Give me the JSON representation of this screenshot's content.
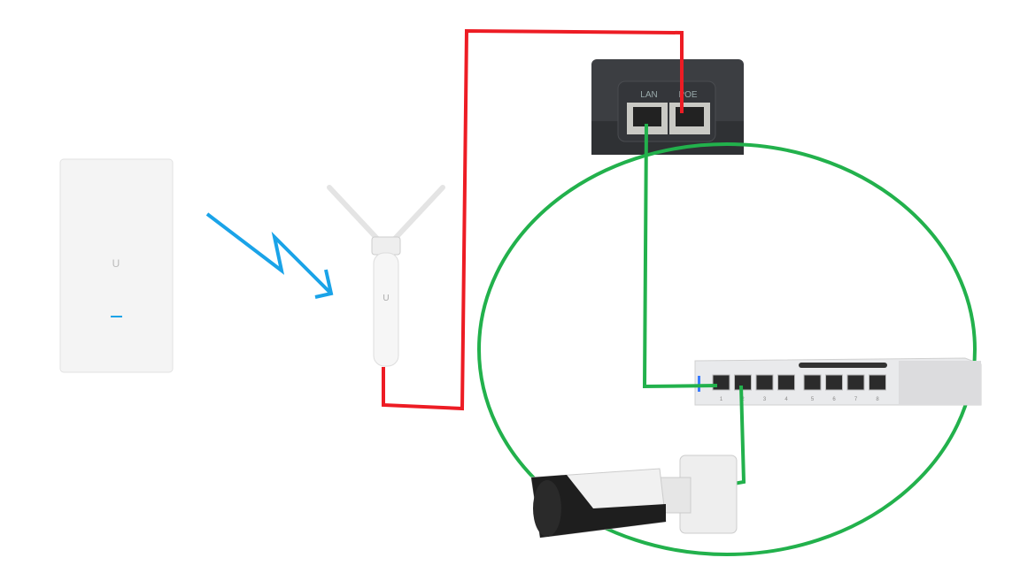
{
  "injector": {
    "lan_label": "LAN",
    "poe_label": "POE"
  },
  "switch": {
    "ports": [
      "1",
      "2",
      "3",
      "4",
      "5",
      "6",
      "7",
      "8"
    ]
  },
  "logo": {
    "text": "U"
  },
  "colors": {
    "power": "#ed1c24",
    "data": "#22b14c",
    "wireless": "#1aa3e8"
  }
}
